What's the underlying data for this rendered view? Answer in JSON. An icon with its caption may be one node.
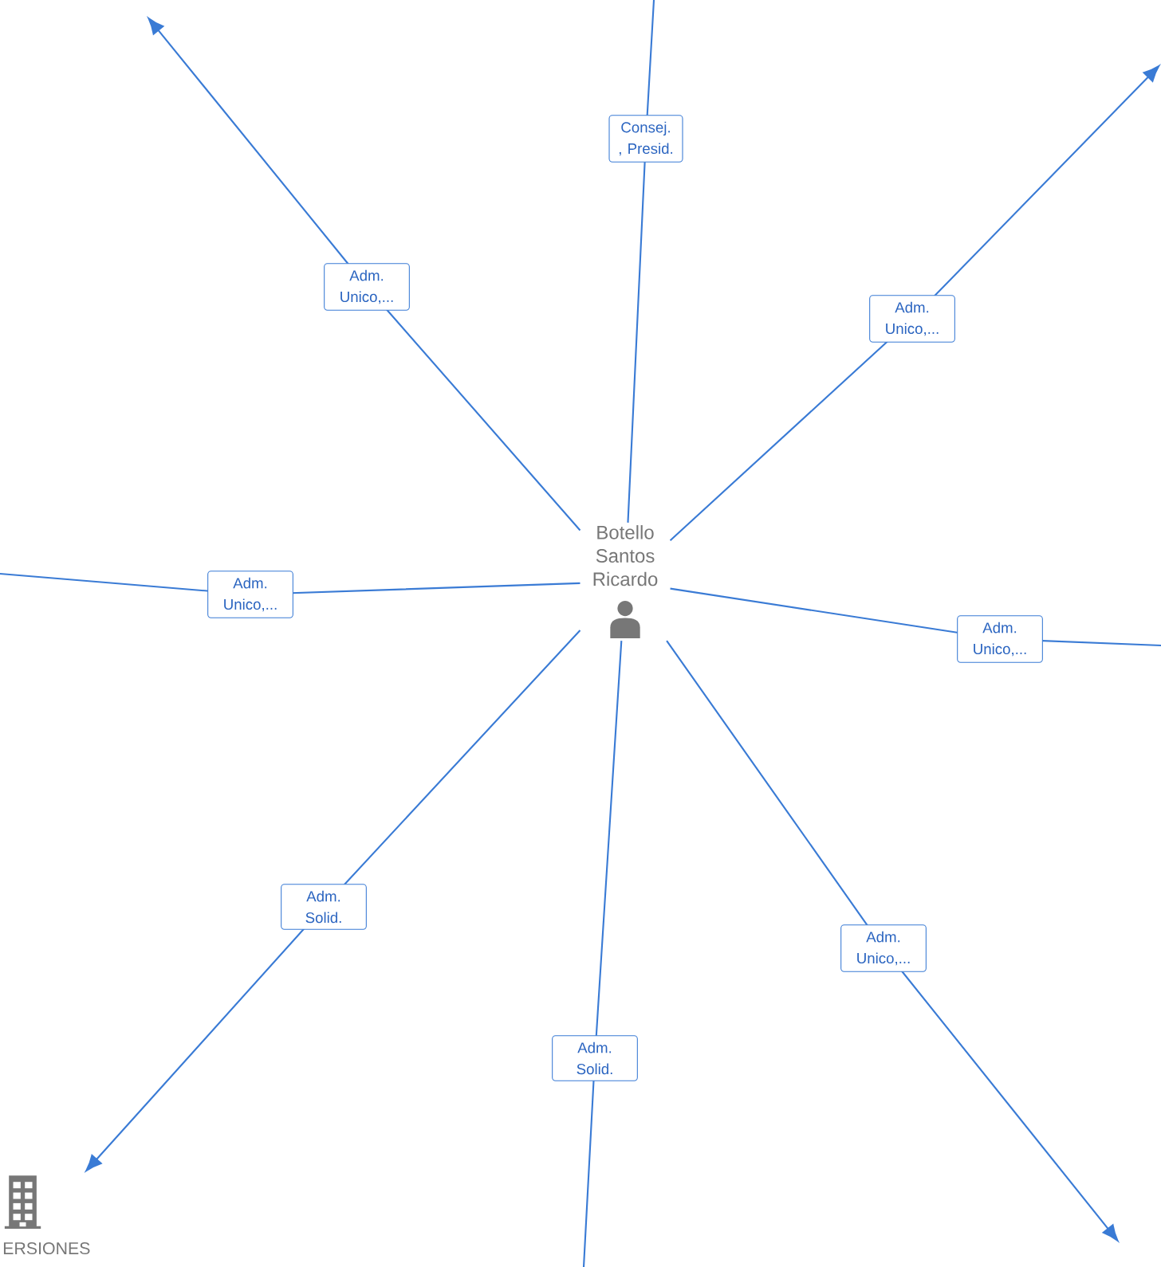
{
  "diagram": {
    "nodes": [
      {
        "text": [
          "Botello Santos Ricardo"
        ]
      },
      {
        "text": [
          "ERSIONES"
        ]
      }
    ],
    "edges": [
      {
        "from": 0,
        "to": null,
        "arrow": "none",
        "label": "Consej. , Presid."
      },
      {
        "from": 0,
        "to": null,
        "arrow": "to",
        "label": "Adm. Unico,..."
      },
      {
        "from": 0,
        "to": null,
        "arrow": "to",
        "label": "Adm. Unico,..."
      },
      {
        "from": 0,
        "to": null,
        "arrow": "none",
        "label": "Adm. Unico,..."
      },
      {
        "from": 0,
        "to": null,
        "arrow": "none",
        "label": "Adm. Unico,..."
      },
      {
        "from": 0,
        "to": 1,
        "arrow": "to",
        "label": "Adm. Solid."
      },
      {
        "from": 0,
        "to": null,
        "arrow": "none",
        "label": "Adm. Solid."
      },
      {
        "from": 0,
        "to": null,
        "arrow": "to",
        "label": "Adm. Unico,..."
      }
    ]
  }
}
